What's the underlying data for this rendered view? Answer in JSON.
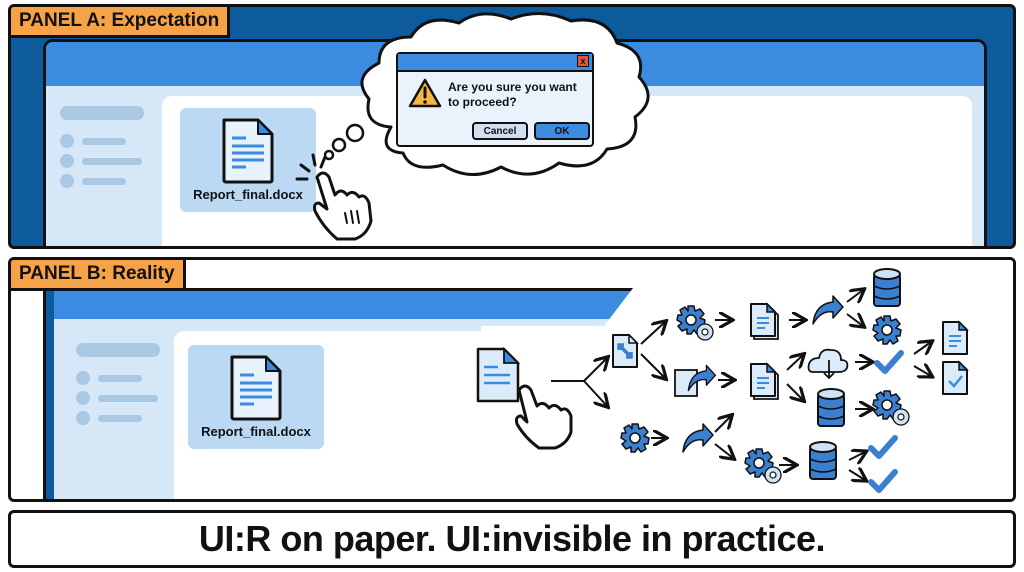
{
  "panel_a": {
    "label": "PANEL A: Expectation",
    "file_name": "Report_final.docx",
    "dialog": {
      "message": "Are you sure you want to proceed?",
      "cancel_label": "Cancel",
      "ok_label": "OK",
      "close_glyph": "x",
      "icon": "warning-icon"
    }
  },
  "panel_b": {
    "label": "PANEL B: Reality",
    "file_name": "Report_final.docx",
    "flow_icons": [
      "document-click",
      "file-transfer",
      "gear",
      "gears",
      "document-share",
      "document-stack",
      "share-arrow",
      "database",
      "cloud-download",
      "checkmark",
      "document",
      "document-check"
    ]
  },
  "caption": "UI:R on paper. UI:invisible in practice.",
  "colors": {
    "accent_blue": "#3b8be0",
    "dark_blue": "#0d5a9c",
    "label_orange": "#f6a248",
    "light_blue": "#d6e8f8"
  }
}
